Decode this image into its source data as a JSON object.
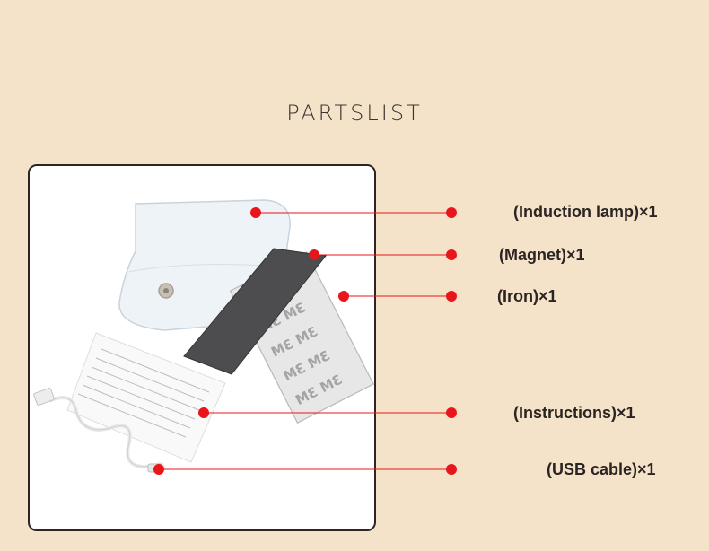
{
  "page": {
    "title": "PARTSLIST",
    "background": "#f5e3c9",
    "accent": "#e8161b"
  },
  "parts": [
    {
      "label": "(Induction lamp)×1"
    },
    {
      "label": "(Magnet)×1"
    },
    {
      "label": "(Iron)×1"
    },
    {
      "label": "(Instructions)×1"
    },
    {
      "label": "(USB cable)×1"
    }
  ]
}
